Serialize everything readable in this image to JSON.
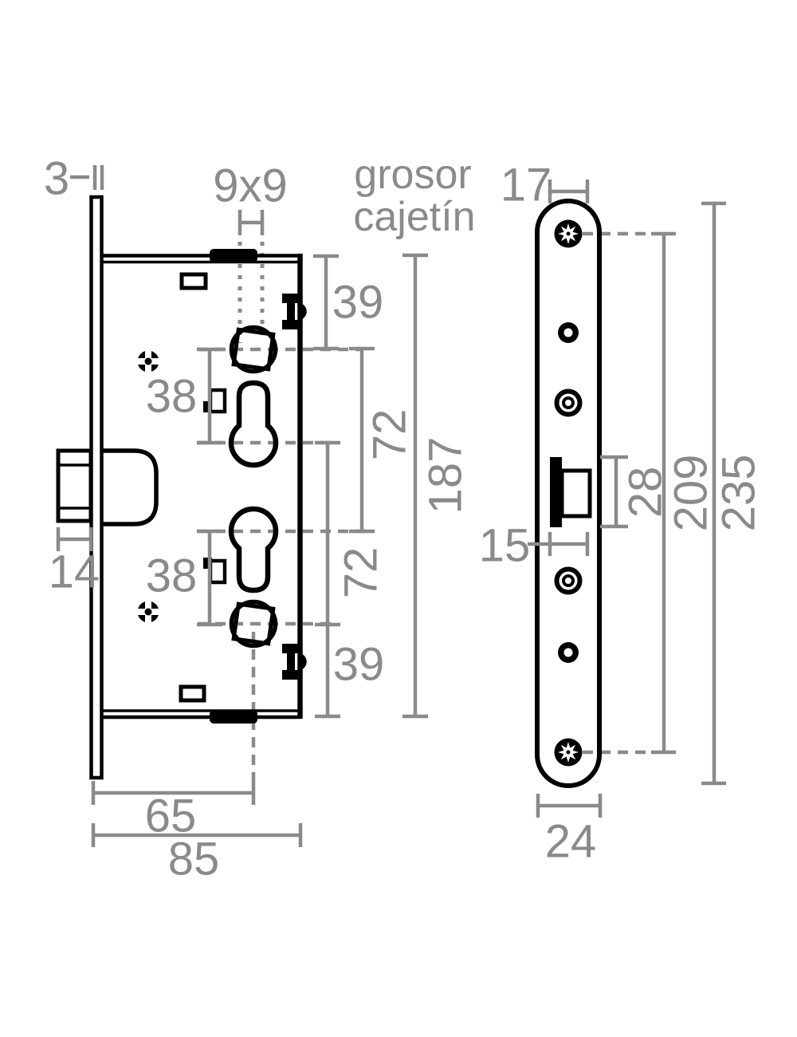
{
  "drawing": {
    "type": "mortise-lock technical drawing, side view and faceplate front view",
    "colors": {
      "line": "#000000",
      "dimension": "#8a8a8a",
      "background": "#ffffff"
    },
    "side_view": {
      "dims": {
        "faceplate_thickness": "3",
        "spindle_square": "9x9",
        "case_top_to_spindle": "39",
        "spindle_to_cylinder_upper": "38",
        "spindle_to_lower_cylinder": "72",
        "case_height": "187",
        "bolt_throw": "14",
        "cylinder_to_spindle_lower": "38",
        "cylinder_upper_to_spindle_lower": "72",
        "spindle_to_case_bottom": "39",
        "backset": "65",
        "case_depth": "85"
      }
    },
    "front_view": {
      "dims": {
        "note_line1": "grosor",
        "note_line2": "cajetín",
        "case_thickness": "17",
        "bolt_width": "15",
        "bolt_height": "28",
        "screw_centers": "209",
        "faceplate_height": "235",
        "faceplate_width": "24"
      }
    }
  }
}
